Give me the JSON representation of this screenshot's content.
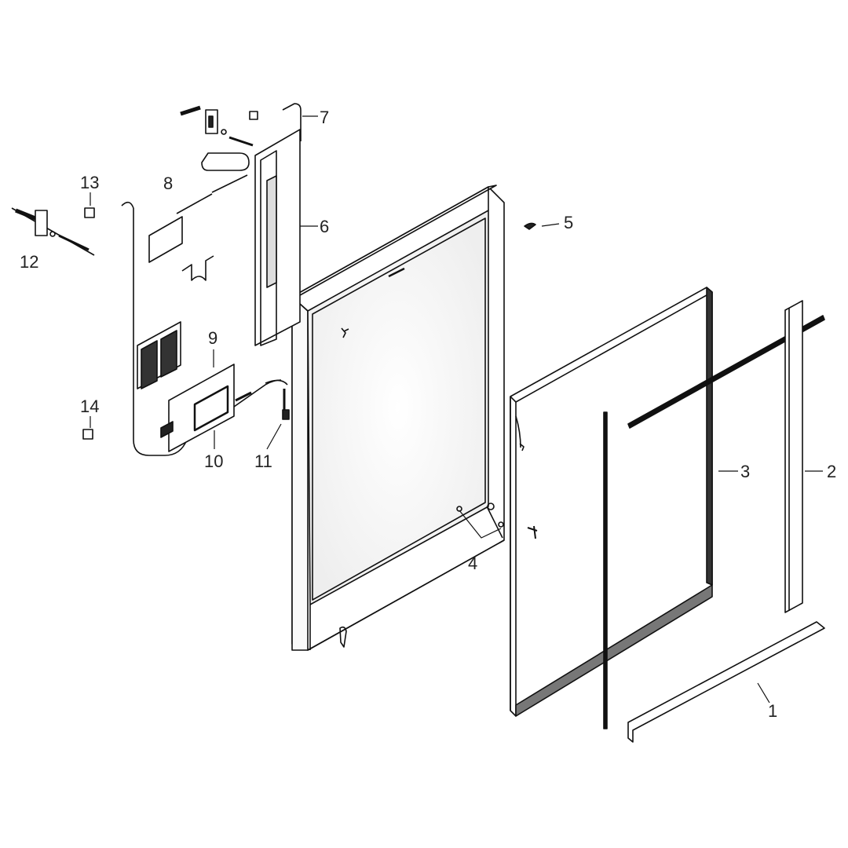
{
  "diagram": {
    "type": "exploded-parts-view",
    "callouts": [
      "1",
      "2",
      "3",
      "4",
      "5",
      "6",
      "7",
      "8",
      "9",
      "10",
      "11",
      "12",
      "13",
      "14"
    ]
  }
}
